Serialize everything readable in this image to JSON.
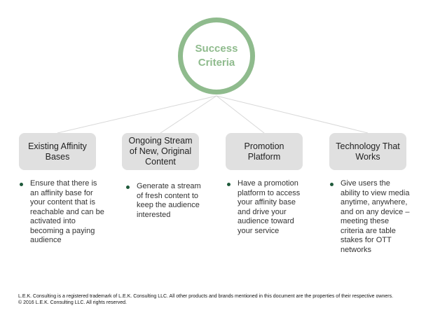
{
  "center": {
    "title": "Success Criteria"
  },
  "criteria": [
    {
      "heading": "Existing Affinity Bases",
      "bullet": "Ensure that there is an affinity base for your content that is reachable and can be activated into becoming a paying audience"
    },
    {
      "heading": "Ongoing Stream of New, Original Content",
      "bullet": "Generate a stream of fresh content to keep the audience interested"
    },
    {
      "heading": "Promotion Platform",
      "bullet": "Have a promotion platform to access your affinity base and drive your audience toward your service"
    },
    {
      "heading": "Technology That Works",
      "bullet": "Give users the ability to view media anytime, anywhere, and on any device – meeting these criteria are table stakes for OTT networks"
    }
  ],
  "footer": {
    "line1": "L.E.K. Consulting is a registered trademark of L.E.K. Consulting LLC. All other products and brands mentioned in this document are the properties of their respective owners.",
    "line2": "© 2016 L.E.K. Consulting LLC. All rights reserved."
  },
  "colors": {
    "accent": "#8fbb8d",
    "box": "#e0e0e0",
    "bullet": "#1e5a3a"
  }
}
